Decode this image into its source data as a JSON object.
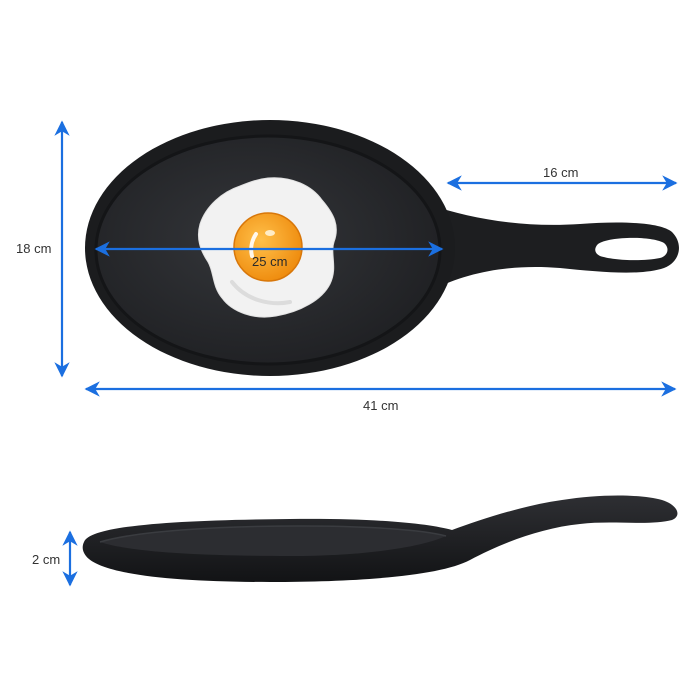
{
  "labels": {
    "height": "18 cm",
    "handle_length": "16 cm",
    "diameter": "25 cm",
    "total_length": "41 cm",
    "depth": "2 cm"
  },
  "colors": {
    "dimension_line": "#1b6fe0",
    "pan_body": "#1d1e20",
    "pan_inner": "#2a2b2e",
    "egg_white": "#f2f2f2",
    "egg_yolk": "#f39c12"
  },
  "icons": {
    "main_object": "oval-frying-pan",
    "food": "fried-egg"
  }
}
